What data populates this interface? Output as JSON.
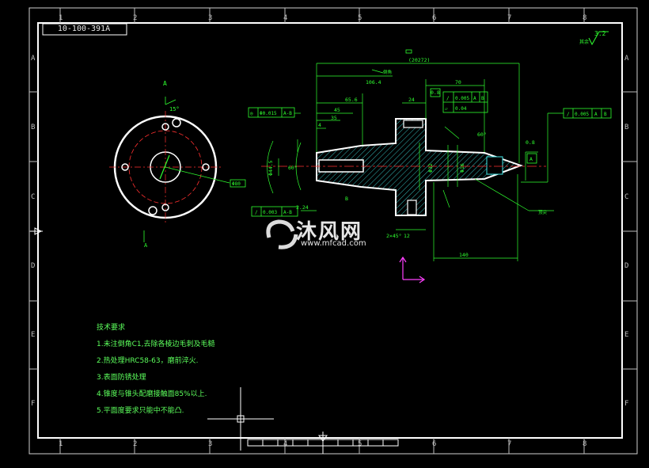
{
  "drawing": {
    "drawing_number": "10-100-391A",
    "grid_columns": [
      "1",
      "2",
      "3",
      "4",
      "5",
      "6",
      "7",
      "8"
    ],
    "grid_rows": [
      "A",
      "B",
      "C",
      "D",
      "E",
      "F"
    ],
    "roughness_symbol": "3.2",
    "roughness_note": "其余",
    "colors": {
      "background": "#000000",
      "border": "#ffffff",
      "outline": "#ffffff",
      "dimension": "#2fff2f",
      "center_line": "#ff3030",
      "hatch": "#40e8e8",
      "ucs": "#ff40ff"
    }
  },
  "left_view": {
    "section_label": "A",
    "angle_label": "15°",
    "diameter_label": "Φ80",
    "section_label_bottom": "A"
  },
  "main_view": {
    "dims": {
      "overall": "(20272)",
      "l_106": "106.4",
      "l_70": "70",
      "l_65": "65.6",
      "l_45": "45",
      "l_35": "35",
      "l_24": "24",
      "l_4": "4",
      "l_08": "0.8",
      "l_224": "2.24",
      "l_12": "12",
      "l_2x45": "2×45°",
      "l_140": "140",
      "d_left": "Φ44.5",
      "d_mid": "Φ32",
      "d_right": "Φ16",
      "ang_left": "60°",
      "ang_right": "60°",
      "note_material": "倒角",
      "note_center": "顶尖"
    },
    "tolerances": {
      "top_left": {
        "sym": "◎",
        "val": "Φ0.015",
        "ref": "A-B"
      },
      "top_right_1": {
        "sym": "/",
        "val": "0.005",
        "ref": "A",
        "ref2": "B"
      },
      "top_right_2": {
        "sym": "▱",
        "val": "0.04"
      },
      "right": {
        "sym": "/",
        "val": "0.005",
        "ref": "A",
        "ref2": "B"
      },
      "bottom_left": {
        "sym": "/",
        "val": "0.003",
        "ref": "A-B"
      }
    },
    "datum_a": "A",
    "datum_b": "B"
  },
  "technical_requirements": {
    "title": "技术要求",
    "items": [
      "1.未注倒角C1,去除各棱边毛刺及毛糙",
      "2.热处理HRC58-63，磨前淬火.",
      "3.表面防锈处理",
      "4.锥度与锥头配磨接触面85%以上.",
      "5.平面度要求只能中不能凸."
    ]
  },
  "watermark": {
    "brand": "沐风网",
    "url": "www.mfcad.com"
  }
}
